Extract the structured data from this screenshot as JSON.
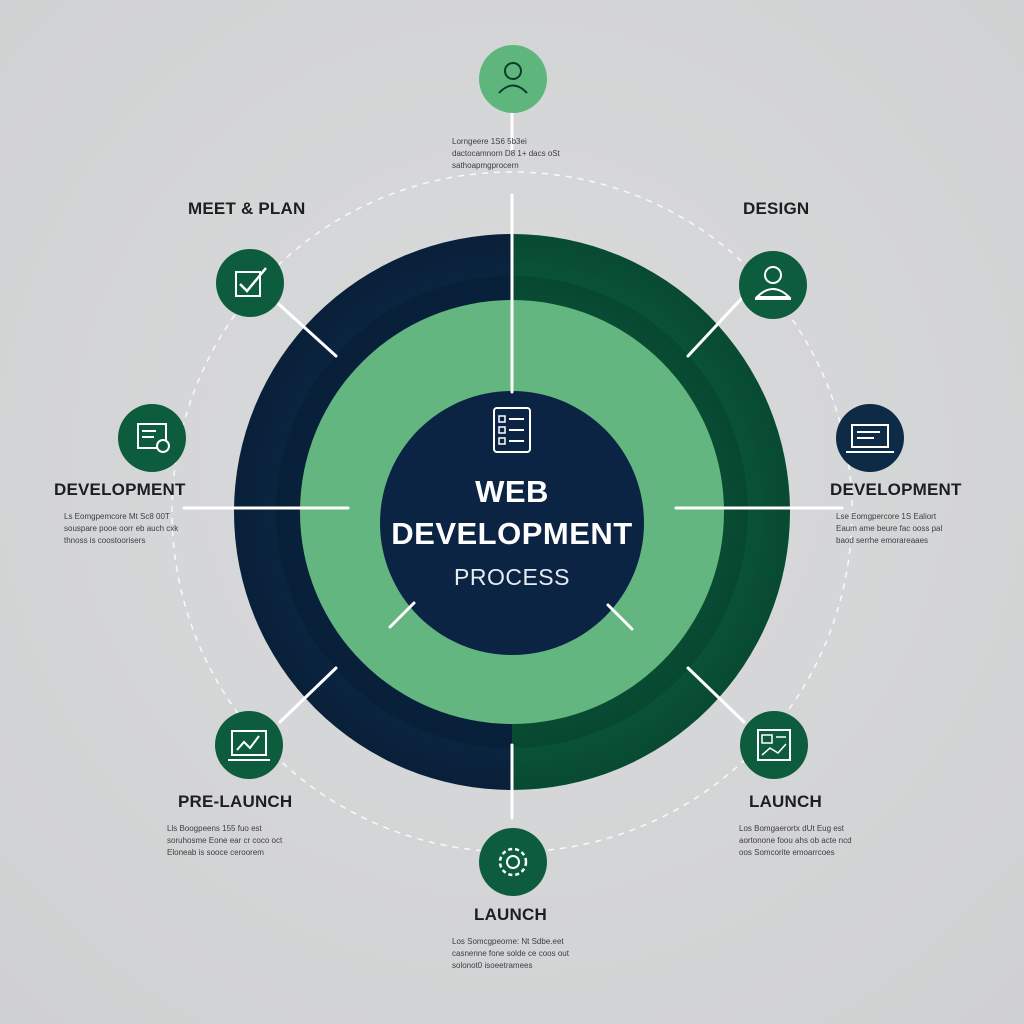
{
  "center": {
    "line1": "WEB",
    "line2": "DEVELOPMENT",
    "line3": "PROCESS",
    "icon": "checklist-icon"
  },
  "stages": [
    {
      "id": "top",
      "title": "",
      "icon": "person-icon",
      "desc": "Lorngeere 1S6 5b3ei\ndactocamnorn D8 1+ dacs oSt\nsathoapmgprocern"
    },
    {
      "id": "meet-plan",
      "title": "MEET & PLAN",
      "icon": "checkbox-icon",
      "desc": ""
    },
    {
      "id": "design",
      "title": "DESIGN",
      "icon": "designer-icon",
      "desc": ""
    },
    {
      "id": "development-left",
      "title": "DEVELOPMENT",
      "icon": "document-check-icon",
      "desc": "Ls Eomgpemcore Mt Sc8 00T\nsouspare pooe oorr eb auch cxk\nthnoss is coostoorisers"
    },
    {
      "id": "development-right",
      "title": "DEVELOPMENT",
      "icon": "monitor-icon",
      "desc": "Lse Eomgpercore 1S Ealiort\nEaum ame beure fac ooss pal\nbaod serrhe emorareaaes"
    },
    {
      "id": "pre-launch",
      "title": "PRE-LAUNCH",
      "icon": "browser-chart-icon",
      "desc": "Lls Boogpeens 155 fuo est\nsoruhosme Eone ear cr coco oct\nEloneab is sooce ceroorem"
    },
    {
      "id": "launch-right",
      "title": "LAUNCH",
      "icon": "dashboard-icon",
      "desc": "Los Bomgaerortx dUt Eug est\naortonone foou ahs ob acte ncd\noos Somcorite emoarrcoes"
    },
    {
      "id": "launch-bottom",
      "title": "LAUNCH",
      "icon": "gear-icon",
      "desc": "Los Somcgpeorne: Nt Sdbe.eet\ncasnenne fone solde ce coos out\nsolonot0 isoeetramees"
    }
  ],
  "colors": {
    "navy": "#0b2746",
    "dark_green": "#0a5a3c",
    "light_green": "#63b67f",
    "icon_green": "#0e5c3e",
    "icon_light": "#5fb67c",
    "icon_navy": "#0d2a47",
    "background": "#d3d4d5"
  }
}
